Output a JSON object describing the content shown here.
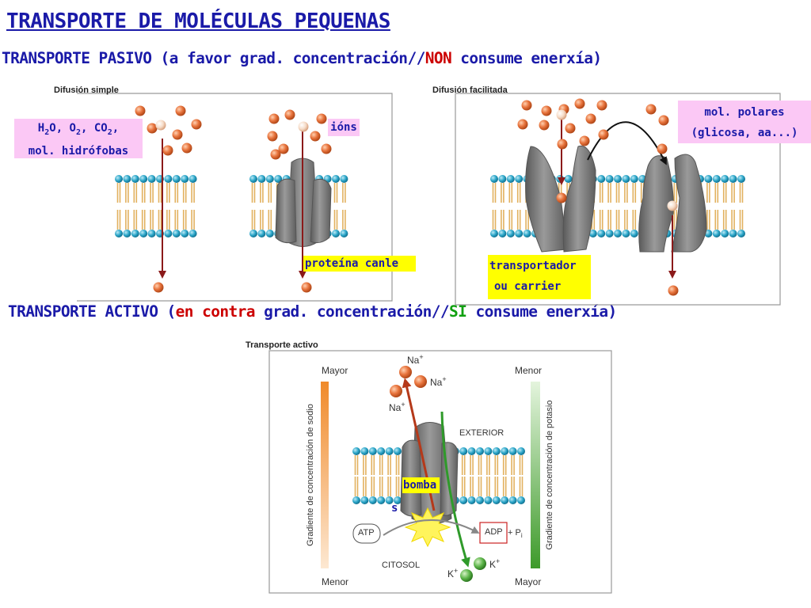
{
  "title": "TRANSPORTE DE MOLÉCULAS PEQUENAS",
  "passive": {
    "prefix": "TRANSPORTE PASIVO (a favor grad. concentración//",
    "emph": "NON",
    "suffix": " consume enerxía)"
  },
  "active": {
    "p1": "TRANSPORTE ACTIVO (",
    "emph1": "en contra",
    "p2": " grad. concentración//",
    "emph2": "SI",
    "p3": " consume enerxía)"
  },
  "panels": {
    "simple": "Difusión simple",
    "facilitated": "Difusión facilitada",
    "active": "Transporte activo"
  },
  "labels": {
    "hydrophobic_line1_a": "H",
    "hydrophobic_line1_b": "O, O",
    "hydrophobic_line1_c": ", CO",
    "hydrophobic_line1_d": ",",
    "sub2": "2",
    "hydrophobic_line2": "mol. hidrófobas",
    "ions": "ións",
    "channel": "proteína canle",
    "polar_line1": "mol. polares",
    "polar_line2": "(glicosa, aa...)",
    "carrier_line1": "transportador",
    "carrier_line2": "ou carrier",
    "pump_line1": "bomba",
    "pump_line2": "s"
  },
  "active_diagram": {
    "left_top": "Mayor",
    "left_bottom": "Menor",
    "right_top": "Menor",
    "right_bottom": "Mayor",
    "left_gradient": "Gradiente de concentración de sodio",
    "right_gradient": "Gradiente de concentración de potasio",
    "exterior": "EXTERIOR",
    "citosol": "CITOSOL",
    "atp": "ATP",
    "adp": "ADP",
    "pi_plus": "+ P",
    "pi_sub": "i",
    "na": "Na",
    "k": "K",
    "plus": "+"
  },
  "colors": {
    "title_blue": "#1a1aa8",
    "red": "#cc0000",
    "green": "#10a010",
    "label_pink": "#fbc8f5",
    "label_yellow": "#ffff00",
    "lipid_head": "#2aa5c8",
    "lipid_tail": "#e2b15f",
    "protein": "#7f7f7f",
    "molecule": "#e8743d",
    "arrow": "#8b1a1a"
  }
}
